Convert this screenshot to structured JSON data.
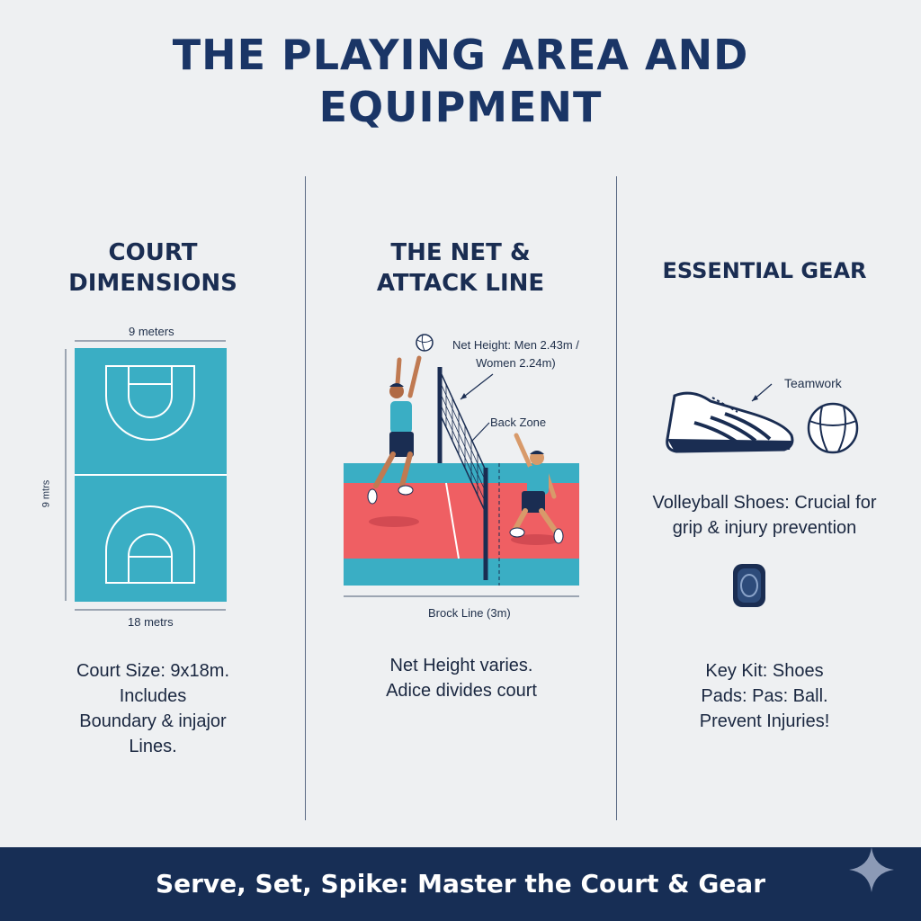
{
  "title": {
    "line1": "THE PLAYING AREA AND",
    "line2": "EQUIPMENT"
  },
  "court": {
    "heading": {
      "line1": "COURT",
      "line2": "DIMENSIONS"
    },
    "width_label": "9 meters",
    "side_label": "9 mtrs",
    "length_label": "18 metrs",
    "desc": {
      "line1": "Court Size: 9x18m.",
      "line2": "Includes",
      "line3": "Boundary & injajor",
      "line4": "Lines."
    }
  },
  "net": {
    "heading": {
      "line1": "THE NET &",
      "line2": "ATTACK LINE"
    },
    "height_label": {
      "line1": "Net Height: Men 2.43m /",
      "line2": "Women 2.24m)"
    },
    "back_zone_label": "Back Zone",
    "block_line_label": "Brock Line (3m)",
    "desc": {
      "line1": "Net Height varies.",
      "line2": "Adice divides court"
    }
  },
  "gear": {
    "heading": "ESSENTIAL GEAR",
    "teamwork_label": "Teamwork",
    "shoes_desc": {
      "line1": "Volleyball Shoes: Crucial for",
      "line2": "grip & injury prevention"
    },
    "kit_desc": {
      "line1": "Key Kit: Shoes",
      "line2": "Pads: Pas: Ball.",
      "line3": "Prevent Injuries!"
    }
  },
  "footer": {
    "text": "Serve, Set, Spike: Master the Court & Gear"
  },
  "icons": [
    "volleyball-icon",
    "shoe-icon",
    "knee-pad-icon",
    "sparkle-icon"
  ],
  "colors": {
    "navy": "#172e55",
    "court_teal": "#3aaec4",
    "court_red": "#ef5f63"
  }
}
